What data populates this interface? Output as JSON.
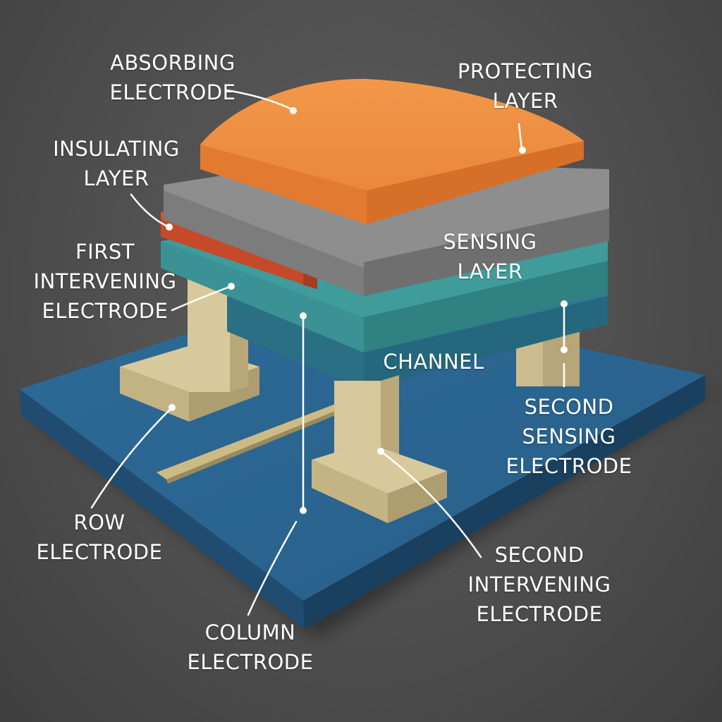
{
  "diagram": {
    "labels": {
      "absorbing_electrode": [
        "ABSORBING",
        "ELECTRODE"
      ],
      "protecting_layer": [
        "PROTECTING",
        "LAYER"
      ],
      "insulating_layer": [
        "INSULATING",
        "LAYER"
      ],
      "sensing_layer": [
        "SENSING",
        "LAYER"
      ],
      "first_intervening_electrode": [
        "FIRST",
        "INTERVENING",
        "ELECTRODE"
      ],
      "channel": "CHANNEL",
      "second_sensing_electrode": [
        "SECOND",
        "SENSING",
        "ELECTRODE"
      ],
      "row_electrode": [
        "ROW",
        "ELECTRODE"
      ],
      "second_intervening_electrode": [
        "SECOND",
        "INTERVENING",
        "ELECTRODE"
      ],
      "column_electrode": [
        "COLUMN",
        "ELECTRODE"
      ]
    },
    "colors": {
      "background": "#4f4f4f",
      "substrate": "#2b6591",
      "pillar": "#d1c193",
      "channel": "#2c7388",
      "sensing_layer": "#3f9a9a",
      "insulating_layer": "#c64a2a",
      "protecting_layer": "#8b8b8b",
      "absorbing_electrode": "#ec8a3c",
      "label_text": "#ffffff"
    }
  }
}
